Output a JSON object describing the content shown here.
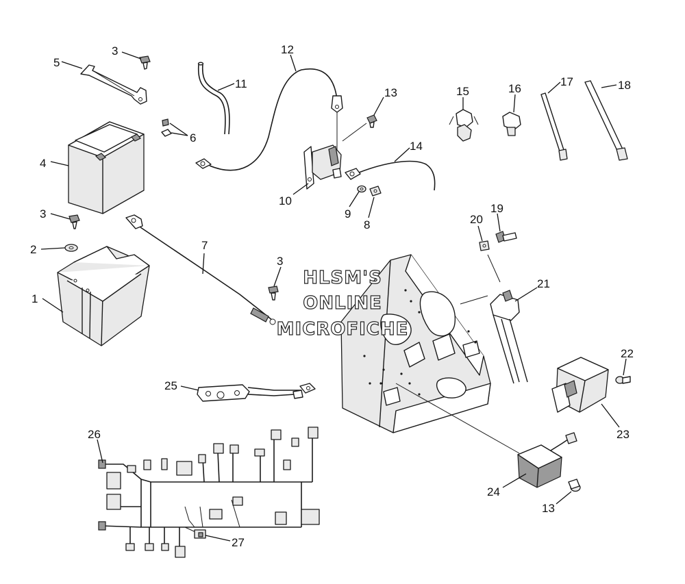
{
  "watermark": {
    "line1": "HLSM'S",
    "line2": "ONLINE",
    "line3": "MICROFICHE"
  },
  "callouts": {
    "c1": "1",
    "c2": "2",
    "c3a": "3",
    "c3b": "3",
    "c3c": "3",
    "c4": "4",
    "c5": "5",
    "c6": "6",
    "c7": "7",
    "c8": "8",
    "c9": "9",
    "c10": "10",
    "c11": "11",
    "c12": "12",
    "c13a": "13",
    "c13b": "13",
    "c14": "14",
    "c15": "15",
    "c16": "16",
    "c17": "17",
    "c18": "18",
    "c19": "19",
    "c20": "20",
    "c21": "21",
    "c22": "22",
    "c23": "23",
    "c24": "24",
    "c25": "25",
    "c26": "26",
    "c27": "27"
  }
}
